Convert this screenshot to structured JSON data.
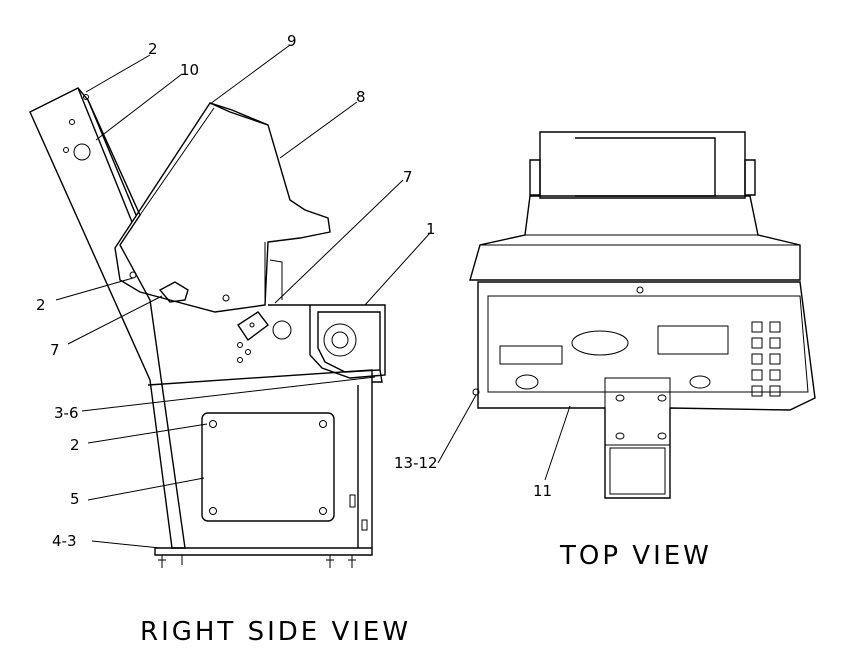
{
  "callouts": {
    "c2_top": "2",
    "c10": "10",
    "c9": "9",
    "c8": "8",
    "c7_upper": "7",
    "c1": "1",
    "c2_mid": "2",
    "c7_lower": "7",
    "c3_6": "3-6",
    "c2_panel": "2",
    "c5": "5",
    "c4_3": "4-3",
    "c13_12": "13-12",
    "c11": "11"
  },
  "titles": {
    "top_view": "TOP VIEW",
    "right_side_view": "RIGHT SIDE VIEW"
  },
  "colors": {
    "line": "#000000",
    "background": "#ffffff"
  }
}
